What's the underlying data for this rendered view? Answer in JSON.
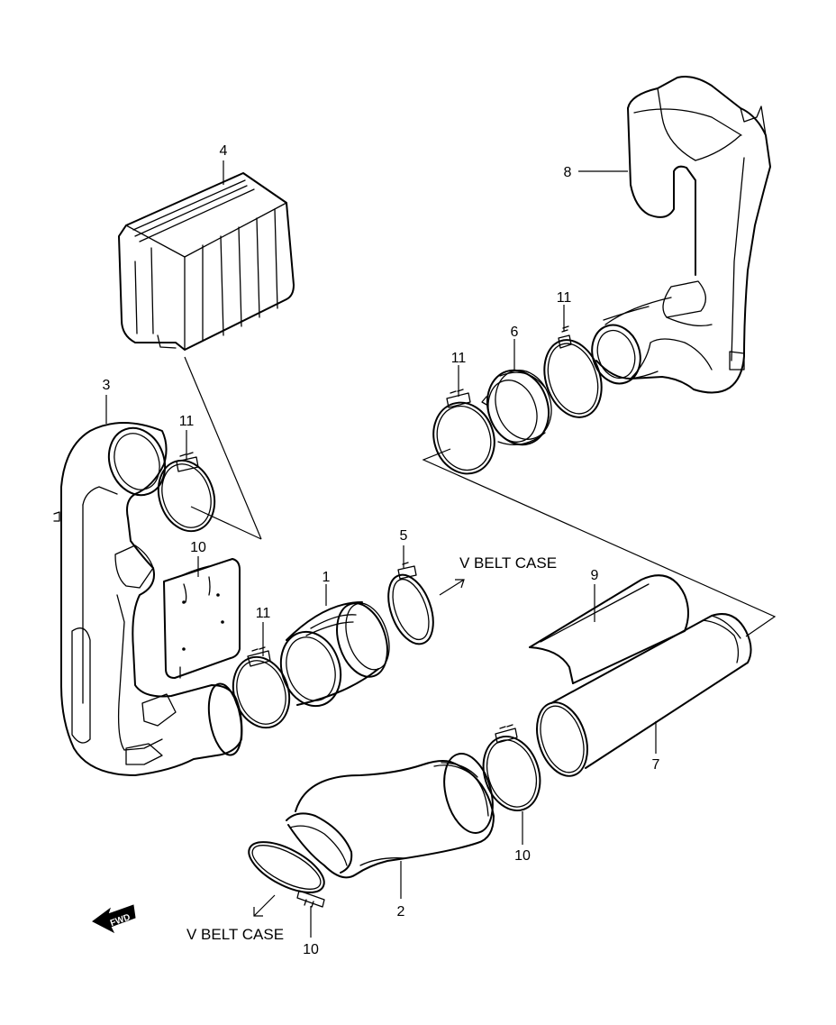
{
  "callouts": {
    "c1": "1",
    "c2": "2",
    "c3": "3",
    "c4": "4",
    "c5": "5",
    "c6": "6",
    "c7": "7",
    "c8": "8",
    "c9": "9",
    "c10_panel": "10",
    "c10_clamp_right": "10",
    "c10_clamp_bottom": "10",
    "c11_upper_left": "11",
    "c11_lower_left": "11",
    "c11_right_a": "11",
    "c11_right_b": "11"
  },
  "notes": {
    "vbelt_upper": "V BELT CASE",
    "vbelt_lower": "V BELT CASE"
  },
  "fwd_label": "FWD"
}
